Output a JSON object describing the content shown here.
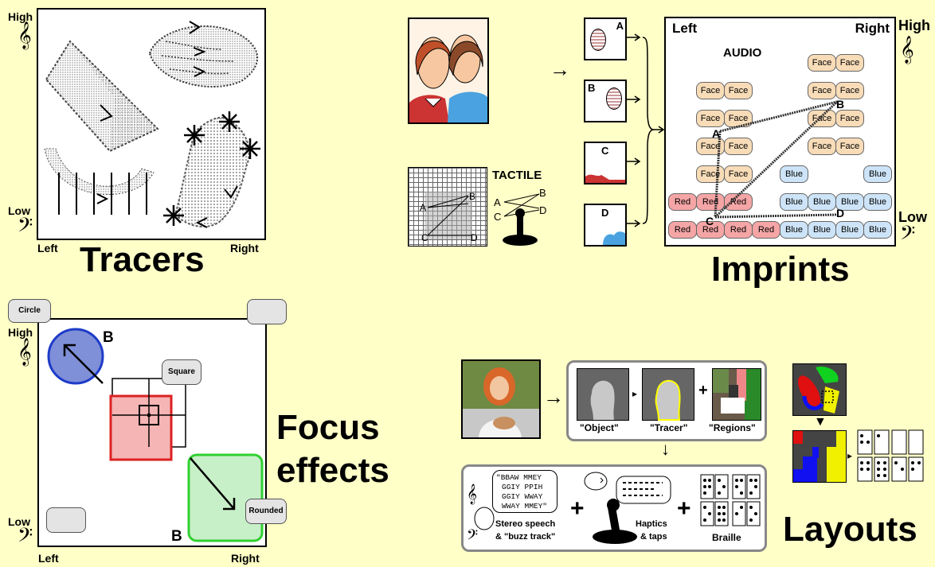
{
  "tracers": {
    "title": "Tracers",
    "high": "High",
    "low": "Low",
    "left": "Left",
    "right": "Right"
  },
  "imprints": {
    "title": "Imprints",
    "tactile_label": "TACTILE",
    "audio_label": "AUDIO",
    "left": "Left",
    "right": "Right",
    "high": "High",
    "low": "Low",
    "thumb_labels": [
      "A",
      "B",
      "C",
      "D"
    ],
    "point_labels": [
      "A",
      "B",
      "C",
      "D"
    ],
    "face": "Face",
    "blue": "Blue",
    "red": "Red"
  },
  "focus": {
    "title_line1": "Focus",
    "title_line2": "effects",
    "circle_label": "Circle",
    "square_label": "Square",
    "rounded_label": "Rounded",
    "b_label": "B",
    "high": "High",
    "low": "Low",
    "left": "Left",
    "right": "Right"
  },
  "layouts": {
    "title": "Layouts",
    "object_label": "\"Object\"",
    "tracer_label": "\"Tracer\"",
    "regions_label": "\"Regions\"",
    "speech_lines": [
      "\"BBAW MMEY",
      "GGIY PPIH",
      "GGIY WWAY",
      "WWAY MMEY\""
    ],
    "stereo_label_1": "Stereo speech",
    "stereo_label_2": "& \"buzz track\"",
    "haptics_label_1": "Haptics",
    "haptics_label_2": "& taps",
    "braille_label": "Braille"
  },
  "colors": {
    "background": "#ffffc8",
    "face": "#f8dcb8",
    "blue": "#cde4f8",
    "red": "#f5a5a5"
  }
}
